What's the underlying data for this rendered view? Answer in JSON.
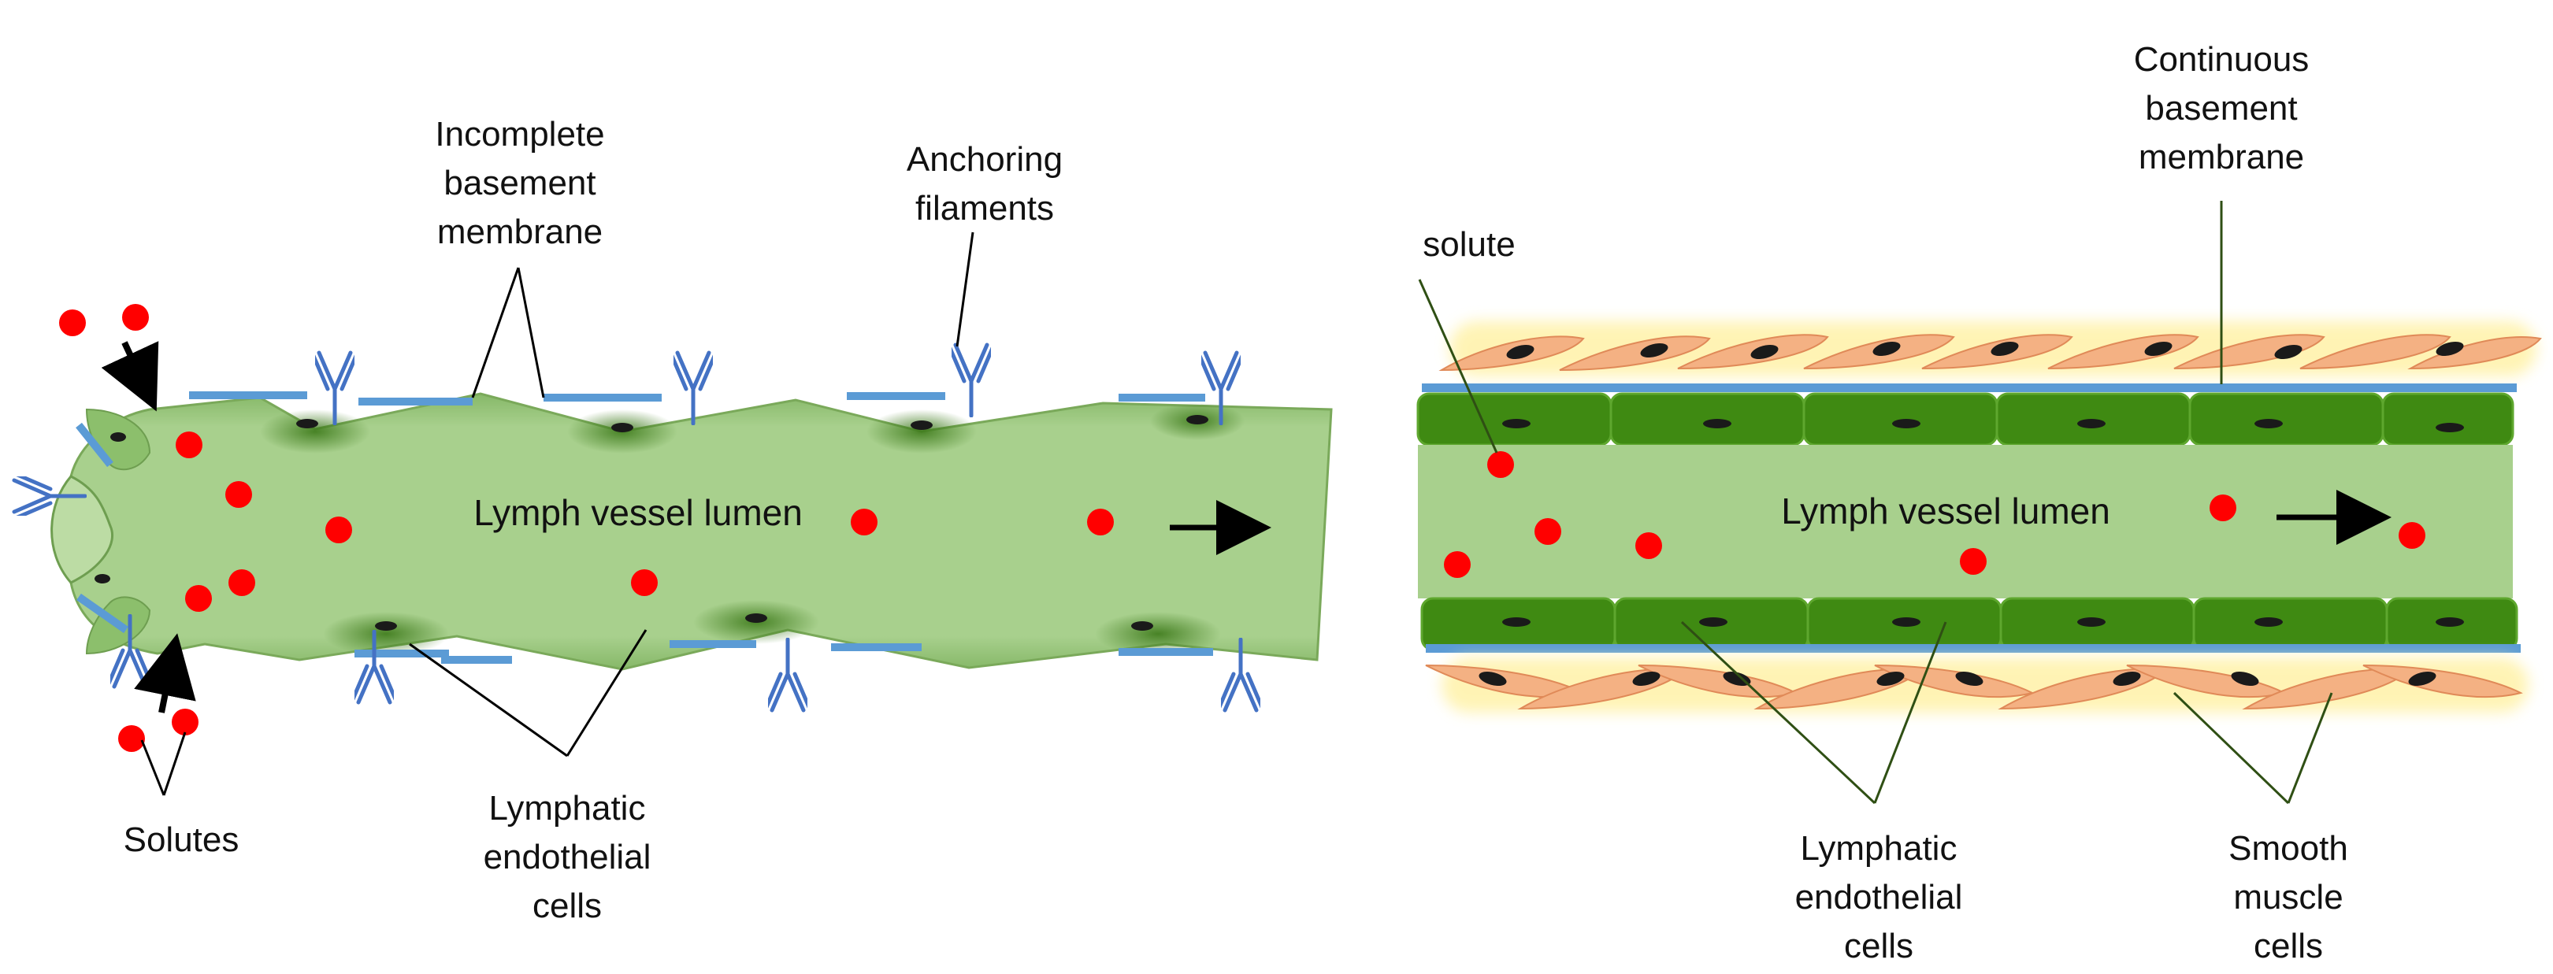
{
  "colors": {
    "lumen": "#a8d08d",
    "lumen_edge": "#78a85a",
    "endothelial_dark": "#3f8a12",
    "membrane": "#5b9bd5",
    "filament": "#4472c4",
    "solute": "#ff0000",
    "muscle_fill": "#f4b183",
    "muscle_glow": "#fff2a8",
    "nucleus": "#1a1a1a",
    "leader_line": "#000000"
  },
  "left_panel": {
    "lumen_label": "Lymph vessel lumen",
    "basement_label": [
      "Incomplete",
      "basement",
      "membrane"
    ],
    "anchoring_label": [
      "Anchoring",
      "filaments"
    ],
    "solutes_label": "Solutes",
    "endothelial_label": [
      "Lymphatic",
      "endothelial",
      "cells"
    ]
  },
  "right_panel": {
    "lumen_label": "Lymph vessel lumen",
    "solute_label": "solute",
    "basement_label": [
      "Continuous",
      "basement",
      "membrane"
    ],
    "endothelial_label": [
      "Lymphatic",
      "endothelial",
      "cells"
    ],
    "muscle_label": [
      "Smooth",
      "muscle",
      "cells"
    ]
  },
  "icons": {
    "flow_arrow": "arrow-right-icon",
    "filament": "y-shaped-filament-icon",
    "solute": "red-dot-icon"
  }
}
